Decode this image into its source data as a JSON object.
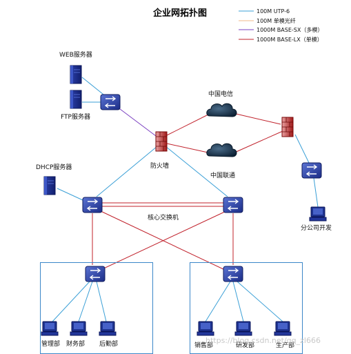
{
  "title": "企业网拓扑图",
  "legend": [
    {
      "label": "100M UTP-6",
      "color": "#3a9fd6"
    },
    {
      "label": "100M 单模光纤",
      "color": "#f0b889"
    },
    {
      "label": "1000M BASE-SX（多模）",
      "color": "#7a3fc0"
    },
    {
      "label": "1000M BASE-LX（单模）",
      "color": "#c0202a"
    }
  ],
  "labels": {
    "web_server": "WEB服务器",
    "ftp_server": "FTP服务器",
    "dhcp_server": "DHCP服务器",
    "firewall": "防火墙",
    "telecom": "中国电信",
    "unicom": "中国联通",
    "core_switch": "核心交换机",
    "branch_dev": "分公司开发",
    "mgmt": "管理部",
    "finance": "财务部",
    "logistics": "后勤部",
    "sales": "销售部",
    "rnd": "研发部",
    "production": "生产部"
  },
  "watermark": "https://blog.csdn.net/qq_zl666",
  "colors": {
    "utp": "#3a9fd6",
    "single_mode": "#f0b889",
    "multi_mode": "#7a3fc0",
    "lx": "#c0202a",
    "device_blue": "#1a2f8a"
  }
}
